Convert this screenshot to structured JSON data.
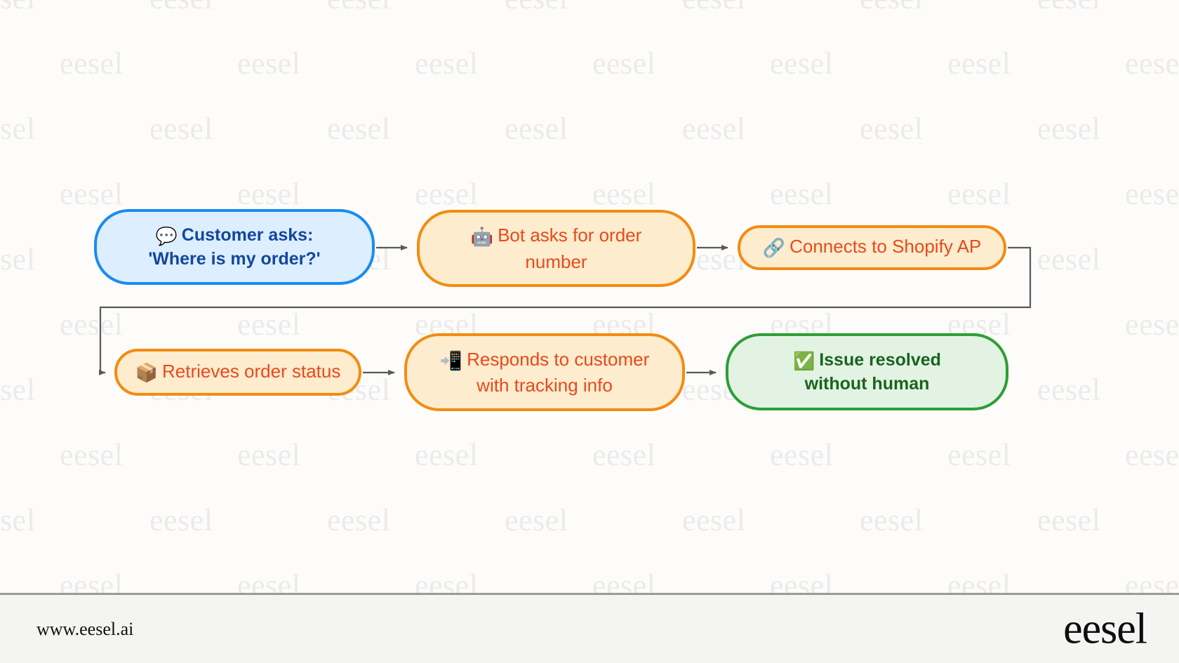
{
  "page": {
    "background_color": "#fdfcfa",
    "watermark_text": "eesel",
    "watermark_color": "#ebebeb"
  },
  "colors": {
    "blue_border": "#1a8cf0",
    "blue_fill": "#ddeeff",
    "blue_text": "#12479e",
    "orange_border": "#f28c12",
    "orange_fill": "#fdeccd",
    "orange_text": "#e8491d",
    "green_border": "#2e9e36",
    "green_fill": "#e3f3e3",
    "green_text": "#19641f",
    "connector": "#595959",
    "footer_bg": "#f4f4f2"
  },
  "chart_data": {
    "type": "diagram",
    "subtype": "flowchart",
    "title": "",
    "orientation": "left-to-right, wrapping to second row",
    "nodes": [
      {
        "id": "customer-asks",
        "icon": "speech-balloon-icon",
        "emoji": "💬",
        "line1": "Customer asks:",
        "line2": "'Where is my order?'",
        "shape": "stadium",
        "style": "blue-start"
      },
      {
        "id": "bot-asks",
        "icon": "robot-icon",
        "emoji": "🤖",
        "line1": "Bot asks for order",
        "line2": "number",
        "shape": "stadium",
        "style": "orange-process"
      },
      {
        "id": "shopify-api",
        "icon": "link-icon",
        "emoji": "🔗",
        "line1": "Connects to Shopify AP",
        "line2": "",
        "shape": "stadium",
        "style": "orange-process",
        "text_clipped": true
      },
      {
        "id": "retrieves-order-status",
        "icon": "package-icon",
        "emoji": "📦",
        "line1": "Retrieves order status",
        "line2": "",
        "shape": "stadium",
        "style": "orange-process",
        "text_clipped": true
      },
      {
        "id": "responds-customer",
        "icon": "mobile-phone-with-arrow-icon",
        "emoji": "📲",
        "line1": "Responds to customer",
        "line2": "with tracking info",
        "shape": "stadium",
        "style": "orange-process"
      },
      {
        "id": "issue-resolved",
        "icon": "check-mark-button-icon",
        "emoji": "✅",
        "line1": "Issue resolved",
        "line2": "without human",
        "shape": "stadium",
        "style": "green-end"
      }
    ],
    "edges": [
      {
        "from": "customer-asks",
        "to": "bot-asks",
        "label": "",
        "style": "arrow"
      },
      {
        "from": "bot-asks",
        "to": "shopify-api",
        "label": "",
        "style": "arrow"
      },
      {
        "from": "shopify-api",
        "to": "retrieves-order-status",
        "label": "",
        "style": "arrow-wrap"
      },
      {
        "from": "retrieves-order-status",
        "to": "responds-customer",
        "label": "",
        "style": "arrow"
      },
      {
        "from": "responds-customer",
        "to": "issue-resolved",
        "label": "",
        "style": "arrow"
      }
    ]
  },
  "footer": {
    "url": "www.eesel.ai",
    "logo": "eesel"
  }
}
